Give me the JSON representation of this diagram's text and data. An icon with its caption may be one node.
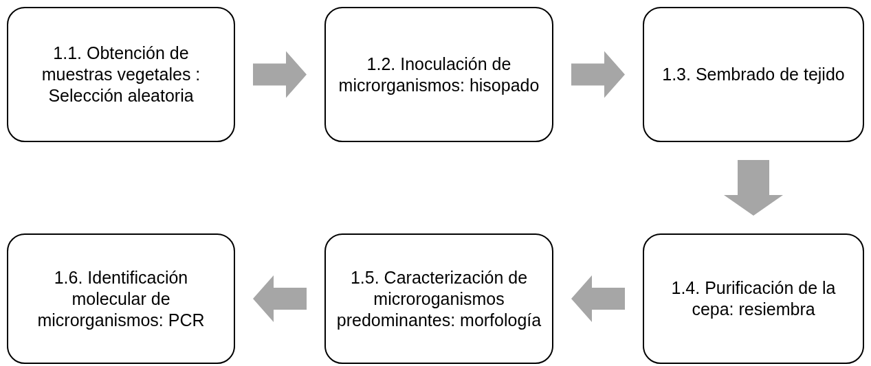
{
  "diagram": {
    "nodes": [
      {
        "text": [
          "1.1. Obtención de muestras vegetales : Selección aleatoria"
        ]
      },
      {
        "text": [
          "1.2. Inoculación de microrganismos: hisopado"
        ]
      },
      {
        "text": [
          "1.3. Sembrado de tejido"
        ]
      },
      {
        "text": [
          "1.4. Purificación de la cepa: resiembra"
        ]
      },
      {
        "text": [
          "1.5. Caracterización de microroganismos predominantes: morfología"
        ]
      },
      {
        "text": [
          "1.6. Identificación molecular de microrganismos: PCR"
        ]
      }
    ],
    "edges": [
      {
        "from": 0,
        "to": 1,
        "arrow": "to"
      },
      {
        "from": 1,
        "to": 2,
        "arrow": "to"
      },
      {
        "from": 2,
        "to": 3,
        "arrow": "to"
      },
      {
        "from": 3,
        "to": 4,
        "arrow": "to"
      },
      {
        "from": 4,
        "to": 5,
        "arrow": "to"
      }
    ]
  }
}
